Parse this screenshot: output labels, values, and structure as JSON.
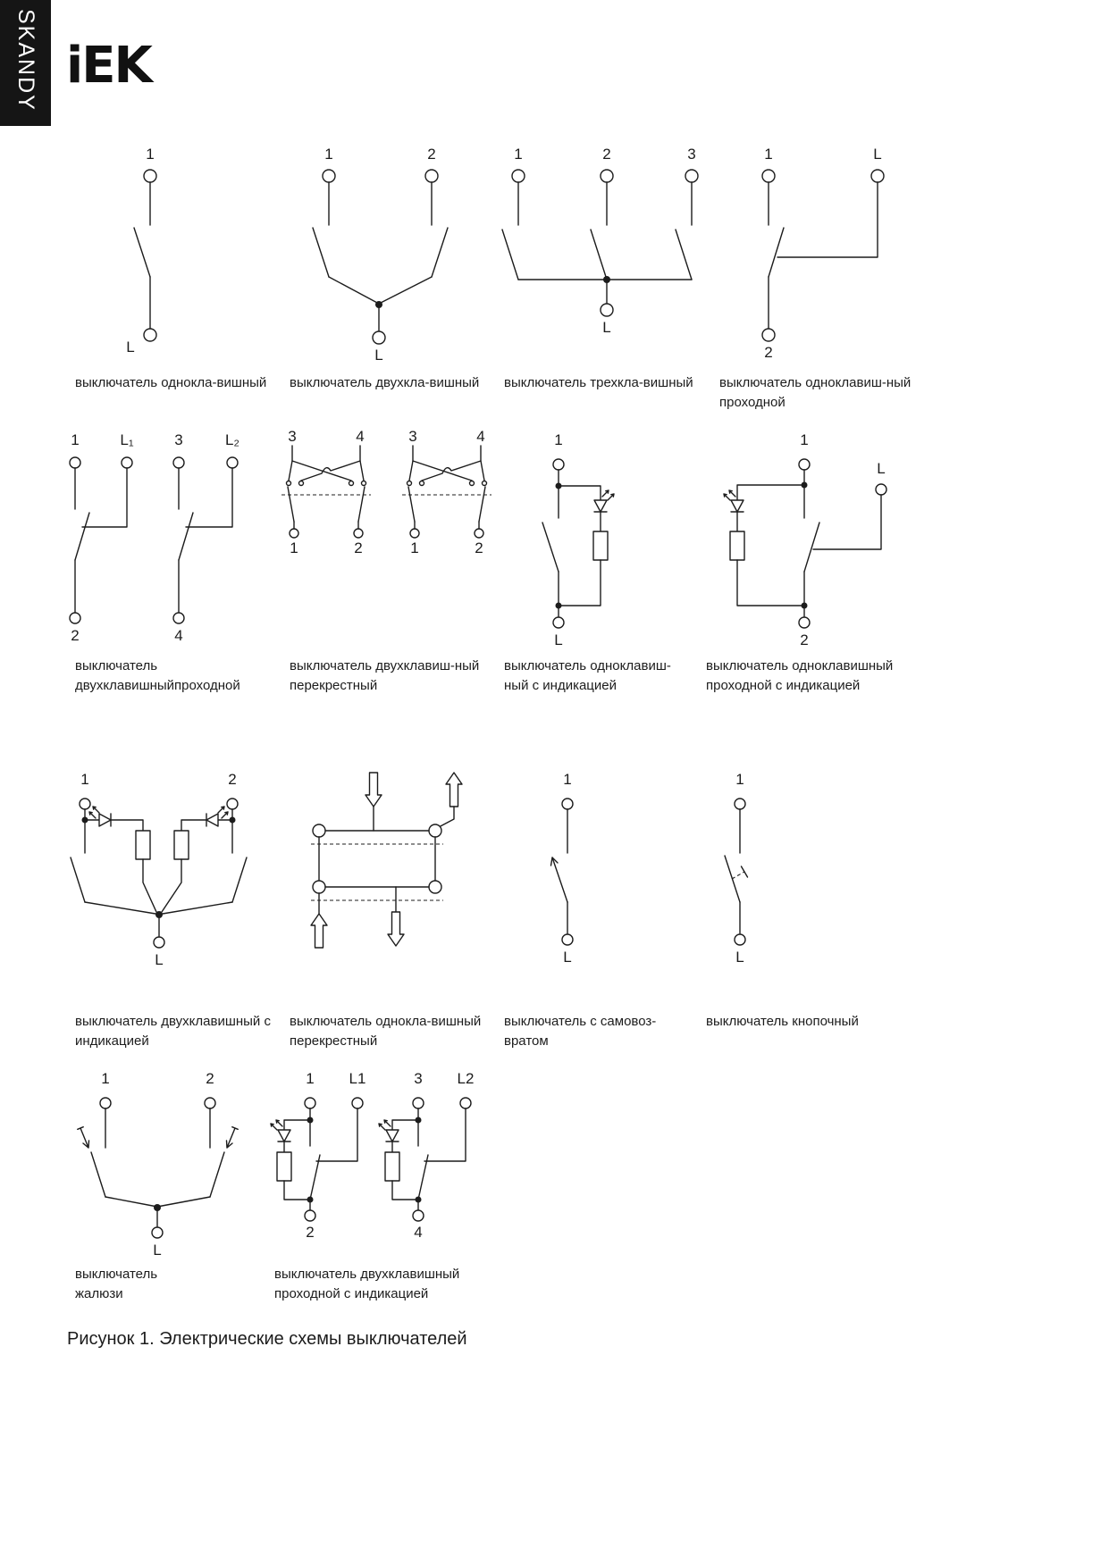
{
  "brand": {
    "vertical_label": "SKANDY",
    "logo_text": "iEK"
  },
  "figure_caption": "Рисунок 1. Электрические схемы выключателей",
  "diagrams": [
    {
      "id": "single-switch",
      "caption": "выключатель однокла-вишный",
      "labels": [
        "1",
        "L"
      ]
    },
    {
      "id": "double-switch",
      "caption": "выключатель двухкла-вишный",
      "labels": [
        "1",
        "2",
        "L"
      ]
    },
    {
      "id": "triple-switch",
      "caption": "выключатель трехкла-вишный",
      "labels": [
        "1",
        "2",
        "3",
        "L"
      ]
    },
    {
      "id": "single-two-way",
      "caption": "выключатель одноклавиш-ный\nпроходной",
      "labels": [
        "1",
        "L",
        "2"
      ]
    },
    {
      "id": "double-two-way",
      "caption": "выключатель\nдвухклавишныйпроходной",
      "labels": [
        "1",
        "L₁",
        "3",
        "L₂",
        "2",
        "4"
      ]
    },
    {
      "id": "double-crossover",
      "caption": "выключатель двухклавиш-ный\nперекрестный",
      "labels": [
        "3",
        "4",
        "1",
        "2",
        "3",
        "4",
        "1",
        "2"
      ]
    },
    {
      "id": "single-indicator",
      "caption": "выключатель одноклавиш-\nный с индикацией",
      "labels": [
        "1",
        "L"
      ]
    },
    {
      "id": "single-two-way-indicator",
      "caption": "выключатель одноклавишный\nпроходной с индикацией",
      "labels": [
        "1",
        "L",
        "2"
      ]
    },
    {
      "id": "double-indicator",
      "caption": "выключатель двухклавишный с\nиндикацией",
      "labels": [
        "1",
        "2",
        "L"
      ]
    },
    {
      "id": "single-crossover",
      "caption": "выключатель однокла-вишный\nперекрестный",
      "labels": []
    },
    {
      "id": "self-return",
      "caption": "выключатель с самовоз-\nвратом",
      "labels": [
        "1",
        "L"
      ]
    },
    {
      "id": "push-button",
      "caption": "выключатель кнопочный",
      "labels": [
        "1",
        "L"
      ]
    },
    {
      "id": "blinds-switch",
      "caption": "выключатель\nжалюзи",
      "labels": [
        "1",
        "2",
        "L"
      ]
    },
    {
      "id": "double-two-way-indicator",
      "caption": "выключатель двухклавишный\nпроходной с индикацией",
      "labels": [
        "1",
        "L1",
        "2",
        "3",
        "L2",
        "4"
      ]
    }
  ]
}
